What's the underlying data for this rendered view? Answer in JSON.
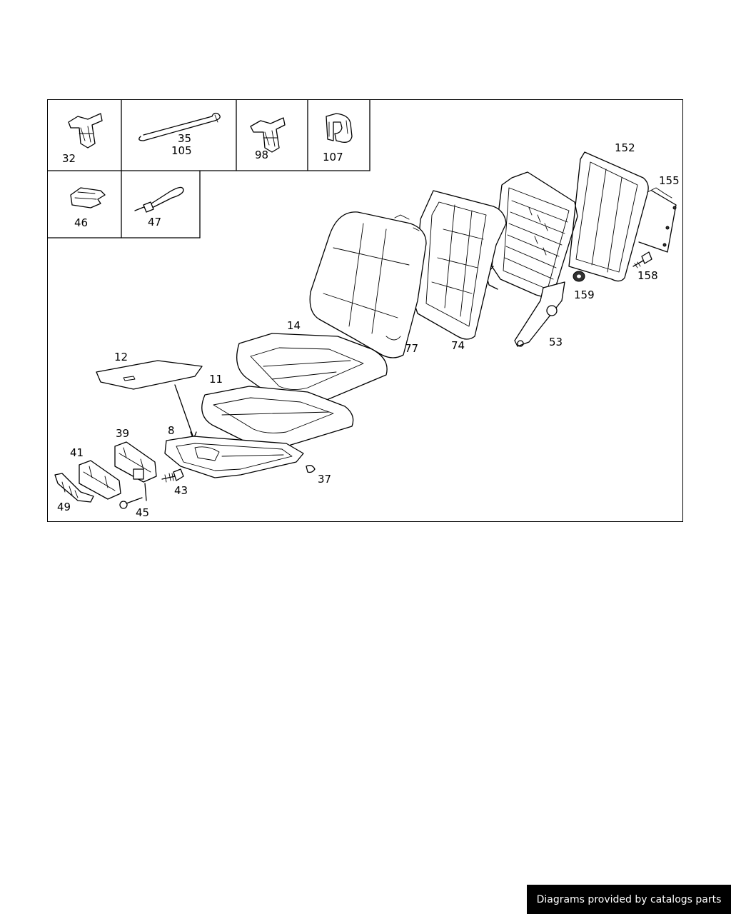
{
  "diagram": {
    "inset_labels": {
      "p32": "32",
      "p35": "35",
      "p105": "105",
      "p98": "98",
      "p107": "107",
      "p46": "46",
      "p47": "47"
    },
    "part_labels": {
      "p152": "152",
      "p155": "155",
      "p158": "158",
      "p159": "159",
      "p53": "53",
      "p74": "74",
      "p77": "77",
      "p14": "14",
      "p12": "12",
      "p11": "11",
      "p8": "8",
      "p39": "39",
      "p41": "41",
      "p43": "43",
      "p45": "45",
      "p49": "49",
      "p37": "37"
    }
  },
  "footer": {
    "credit": "Diagrams provided by catalogs parts"
  },
  "colors": {
    "background": "#ffffff",
    "line": "#000000",
    "badge_bg": "#000000",
    "badge_text": "#ffffff"
  }
}
